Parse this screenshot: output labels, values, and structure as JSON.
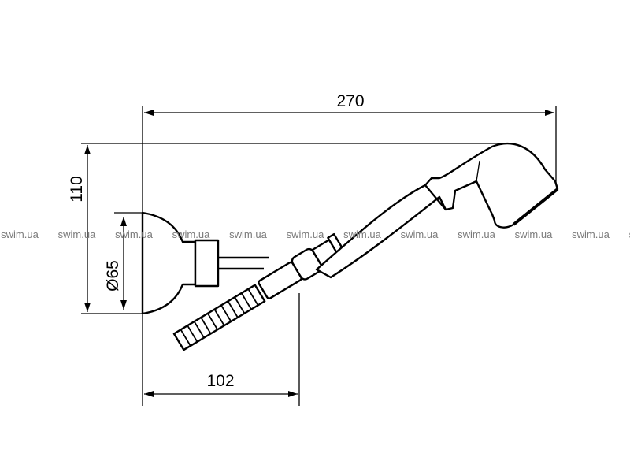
{
  "dimensions": {
    "total_length": "270",
    "height": "110",
    "plate_diameter": "Ø65",
    "projection": "102"
  },
  "watermark": "swim.ua"
}
